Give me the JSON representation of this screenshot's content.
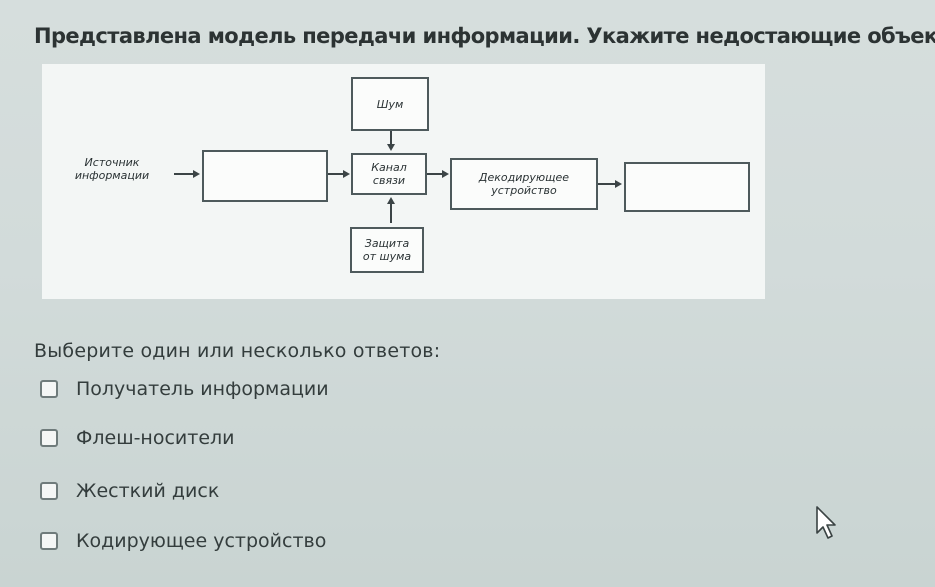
{
  "question": {
    "text": "Представлена модель передачи информации. Укажите недостающие объекты."
  },
  "diagram": {
    "noise": "Шум",
    "source_line1": "Источник",
    "source_line2": "информации",
    "channel_line1": "Канал",
    "channel_line2": "связи",
    "decoder_line1": "Декодирующее",
    "decoder_line2": "устройство",
    "protection_line1": "Защита",
    "protection_line2": "от шума"
  },
  "answers": {
    "prompt": "Выберите один или несколько ответов:",
    "options": [
      {
        "label": "Получатель информации",
        "checked": false
      },
      {
        "label": "Флеш-носители",
        "checked": false
      },
      {
        "label": "Жесткий диск",
        "checked": false
      },
      {
        "label": "Кодирующее устройство",
        "checked": false
      }
    ]
  },
  "icons": {
    "cursor": "mouse-pointer-icon"
  }
}
